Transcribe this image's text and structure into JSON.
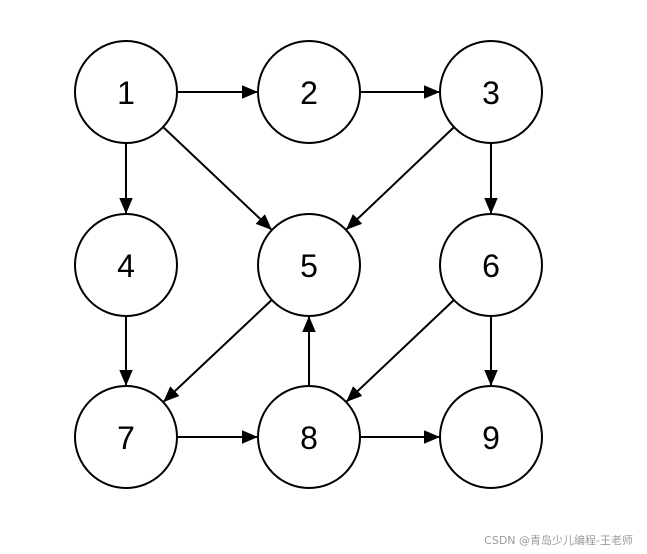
{
  "diagram": {
    "type": "directed-graph",
    "nodes": [
      {
        "id": "1",
        "label": "1"
      },
      {
        "id": "2",
        "label": "2"
      },
      {
        "id": "3",
        "label": "3"
      },
      {
        "id": "4",
        "label": "4"
      },
      {
        "id": "5",
        "label": "5"
      },
      {
        "id": "6",
        "label": "6"
      },
      {
        "id": "7",
        "label": "7"
      },
      {
        "id": "8",
        "label": "8"
      },
      {
        "id": "9",
        "label": "9"
      }
    ],
    "edges": [
      {
        "from": "1",
        "to": "2"
      },
      {
        "from": "2",
        "to": "3"
      },
      {
        "from": "1",
        "to": "4"
      },
      {
        "from": "1",
        "to": "5"
      },
      {
        "from": "3",
        "to": "5"
      },
      {
        "from": "3",
        "to": "6"
      },
      {
        "from": "4",
        "to": "7"
      },
      {
        "from": "5",
        "to": "7"
      },
      {
        "from": "8",
        "to": "5"
      },
      {
        "from": "6",
        "to": "8"
      },
      {
        "from": "6",
        "to": "9"
      },
      {
        "from": "7",
        "to": "8"
      },
      {
        "from": "8",
        "to": "9"
      }
    ],
    "colors": {
      "stroke": "#000000",
      "fill": "#ffffff"
    }
  },
  "watermark": {
    "text": "CSDN @青岛少儿编程-王老师"
  }
}
